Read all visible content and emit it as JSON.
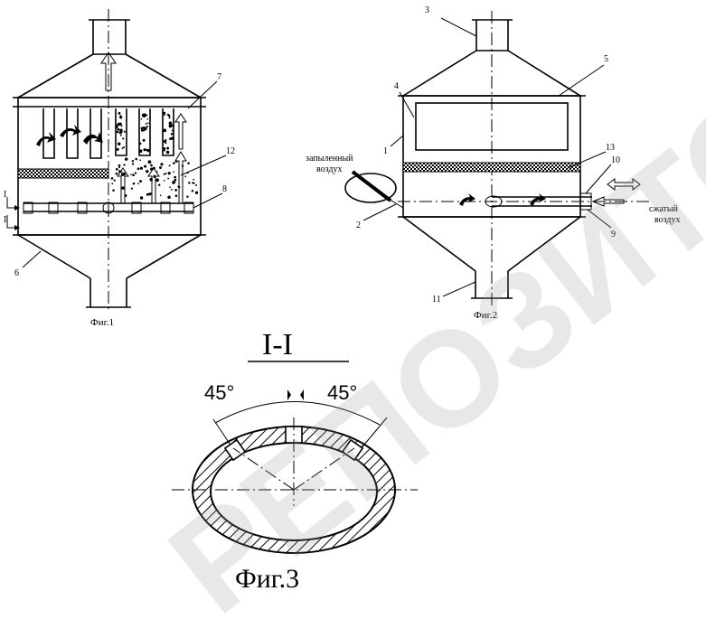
{
  "figures": {
    "fig1": {
      "caption": "Фиг.1",
      "labels": {
        "l7": "7",
        "l12": "12",
        "l8": "8",
        "l6": "6",
        "lI_top": "I",
        "lI_bot": "I"
      }
    },
    "fig2": {
      "caption": "Фиг.2",
      "labels": {
        "l3": "3",
        "l5": "5",
        "l4": "4",
        "l13": "13",
        "l1": "1",
        "l10": "10",
        "l2": "2",
        "l9": "9",
        "l11": "11"
      },
      "dusty_air_line1": "запыленный",
      "dusty_air_line2": "воздух",
      "compressed_air_line1": "сжатый",
      "compressed_air_line2": "воздух"
    },
    "fig3": {
      "section_label": "I-I",
      "angle_left": "45°",
      "angle_right": "45°",
      "caption": "Фиг.3"
    }
  },
  "watermark": "РЕПОЗИТОРИЙ БГТУ",
  "colors": {
    "ink": "#000000",
    "watermark": "#9a9a9a"
  }
}
